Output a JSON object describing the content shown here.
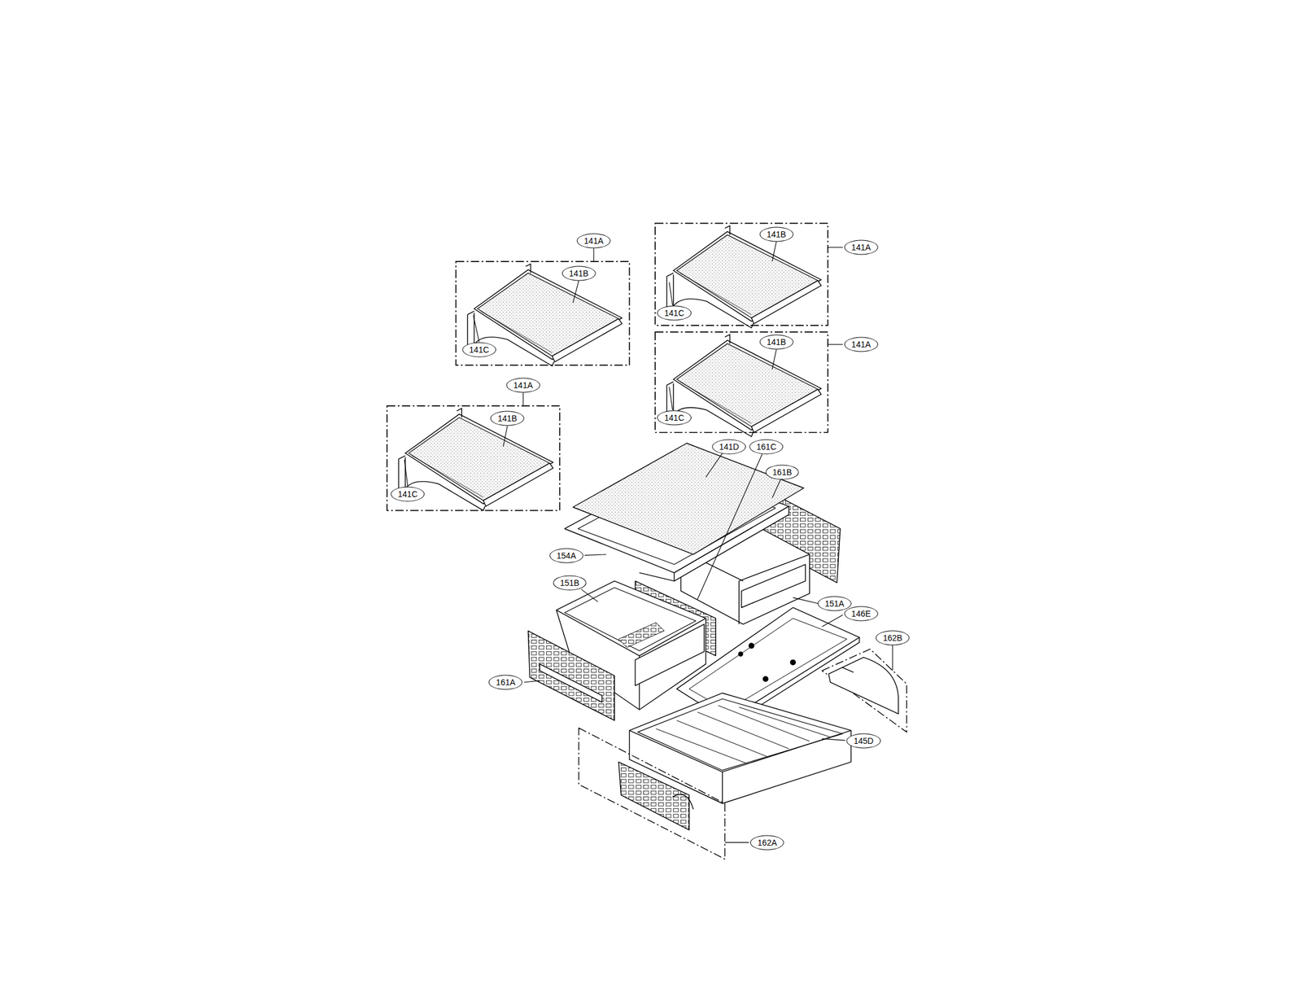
{
  "diagram": {
    "labels": [
      "141A",
      "141B",
      "141C",
      "141A",
      "141B",
      "141C",
      "141A",
      "141B",
      "141C",
      "141A",
      "141B",
      "141C",
      "141D",
      "161C",
      "161B",
      "154A",
      "151B",
      "151A",
      "146E",
      "162B",
      "161A",
      "145D",
      "162A"
    ]
  }
}
